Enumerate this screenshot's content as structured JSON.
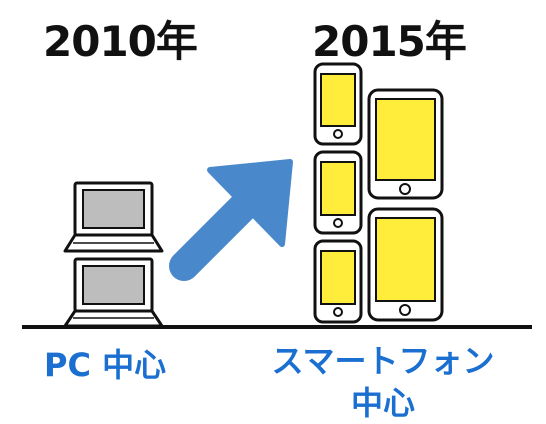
{
  "left": {
    "year": "2010年",
    "caption": "PC 中心"
  },
  "right": {
    "year": "2015年",
    "caption_line1": "スマートフォン",
    "caption_line2": "中心"
  },
  "colors": {
    "arrow": "#4a88cc",
    "caption": "#1a6fd0",
    "screen_pc": "#bdbdbd",
    "screen_mobile": "#ffec3b",
    "outline": "#111111"
  },
  "icons": {
    "pcs": "laptop-icon",
    "mobiles": "smartphone-icon / tablet-icon"
  }
}
